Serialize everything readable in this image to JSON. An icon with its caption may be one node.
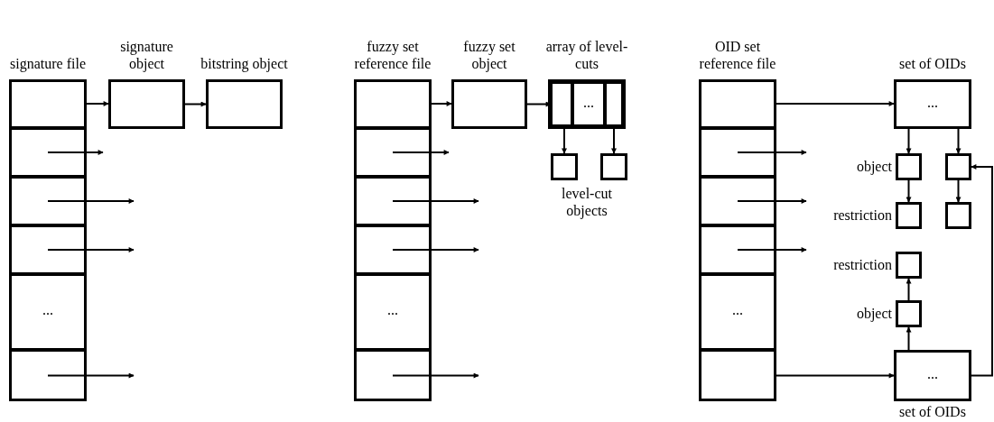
{
  "diagram": {
    "nodes": [
      {
        "text": [
          "signature file"
        ]
      },
      {
        "text": [],
        "shape": "box",
        "in": 0
      },
      {
        "text": [],
        "shape": "box",
        "in": 0
      },
      {
        "text": [],
        "shape": "box",
        "in": 0
      },
      {
        "text": [],
        "shape": "box",
        "in": 0
      },
      {
        "text": [
          "..."
        ],
        "in": 0
      },
      {
        "text": [],
        "shape": "box",
        "in": 0
      },
      {
        "text": [
          "signature object"
        ]
      },
      {
        "text": [
          "bitstring object"
        ]
      },
      {
        "text": [
          "fuzzy set reference file"
        ]
      },
      {
        "text": [],
        "shape": "box",
        "in": 9
      },
      {
        "text": [],
        "shape": "box",
        "in": 9
      },
      {
        "text": [],
        "shape": "box",
        "in": 9
      },
      {
        "text": [],
        "shape": "box",
        "in": 9
      },
      {
        "text": [
          "..."
        ],
        "in": 9
      },
      {
        "text": [],
        "shape": "box",
        "in": 9
      },
      {
        "text": [
          "fuzzy set object"
        ]
      },
      {
        "text": [
          "array of level-cuts"
        ]
      },
      {
        "text": [],
        "shape": "box",
        "in": 17
      },
      {
        "text": [
          "..."
        ],
        "in": 17
      },
      {
        "text": [],
        "shape": "box",
        "in": 17
      },
      {
        "text": [],
        "shape": "box"
      },
      {
        "text": [],
        "shape": "box"
      },
      {
        "text": [
          "OID set reference file"
        ]
      },
      {
        "text": [],
        "shape": "box",
        "in": 23
      },
      {
        "text": [],
        "shape": "box",
        "in": 23
      },
      {
        "text": [],
        "shape": "box",
        "in": 23
      },
      {
        "text": [],
        "shape": "box",
        "in": 23
      },
      {
        "text": [
          "..."
        ],
        "in": 23
      },
      {
        "text": [],
        "shape": "box",
        "in": 23
      },
      {
        "text": [
          "set of OIDs",
          "..."
        ]
      },
      {
        "text": [],
        "shape": "box",
        "beside": [
          "object"
        ]
      },
      {
        "text": [],
        "shape": "box"
      },
      {
        "text": [],
        "shape": "box",
        "beside": [
          "restriction"
        ]
      },
      {
        "text": [],
        "shape": "box"
      },
      {
        "text": [],
        "shape": "box",
        "beside": [
          "restriction"
        ]
      },
      {
        "text": [],
        "shape": "box",
        "beside": [
          "object"
        ]
      },
      {
        "text": [
          "...",
          "set of OIDs"
        ]
      }
    ],
    "edges": [
      {
        "from": 1,
        "to": 7,
        "arrow": "to"
      },
      {
        "from": 7,
        "to": 8,
        "arrow": "to"
      },
      {
        "from": 2,
        "to": null,
        "arrow": "to"
      },
      {
        "from": 3,
        "to": null,
        "arrow": "to"
      },
      {
        "from": 4,
        "to": null,
        "arrow": "to"
      },
      {
        "from": 6,
        "to": null,
        "arrow": "to"
      },
      {
        "from": 10,
        "to": 16,
        "arrow": "to"
      },
      {
        "from": 16,
        "to": 18,
        "arrow": "to"
      },
      {
        "from": 18,
        "to": 21,
        "arrow": "to"
      },
      {
        "from": 20,
        "to": 22,
        "arrow": "to"
      },
      {
        "from": 11,
        "to": null,
        "arrow": "to"
      },
      {
        "from": 12,
        "to": null,
        "arrow": "to"
      },
      {
        "from": 13,
        "to": null,
        "arrow": "to"
      },
      {
        "from": 15,
        "to": null,
        "arrow": "to"
      },
      {
        "from": 24,
        "to": 30,
        "arrow": "to"
      },
      {
        "from": 30,
        "to": 31,
        "arrow": "to"
      },
      {
        "from": 30,
        "to": 32,
        "arrow": "to"
      },
      {
        "from": 31,
        "to": 33,
        "arrow": "to"
      },
      {
        "from": 32,
        "to": 34,
        "arrow": "to"
      },
      {
        "from": 25,
        "to": null,
        "arrow": "to"
      },
      {
        "from": 26,
        "to": null,
        "arrow": "to"
      },
      {
        "from": 27,
        "to": null,
        "arrow": "to"
      },
      {
        "from": 29,
        "to": 37,
        "arrow": "to"
      },
      {
        "from": 37,
        "to": 36,
        "arrow": "to"
      },
      {
        "from": 36,
        "to": 35,
        "arrow": "to"
      },
      {
        "from": 37,
        "to": 32,
        "arrow": "to"
      }
    ],
    "labels": [
      "level-cut objects"
    ]
  }
}
